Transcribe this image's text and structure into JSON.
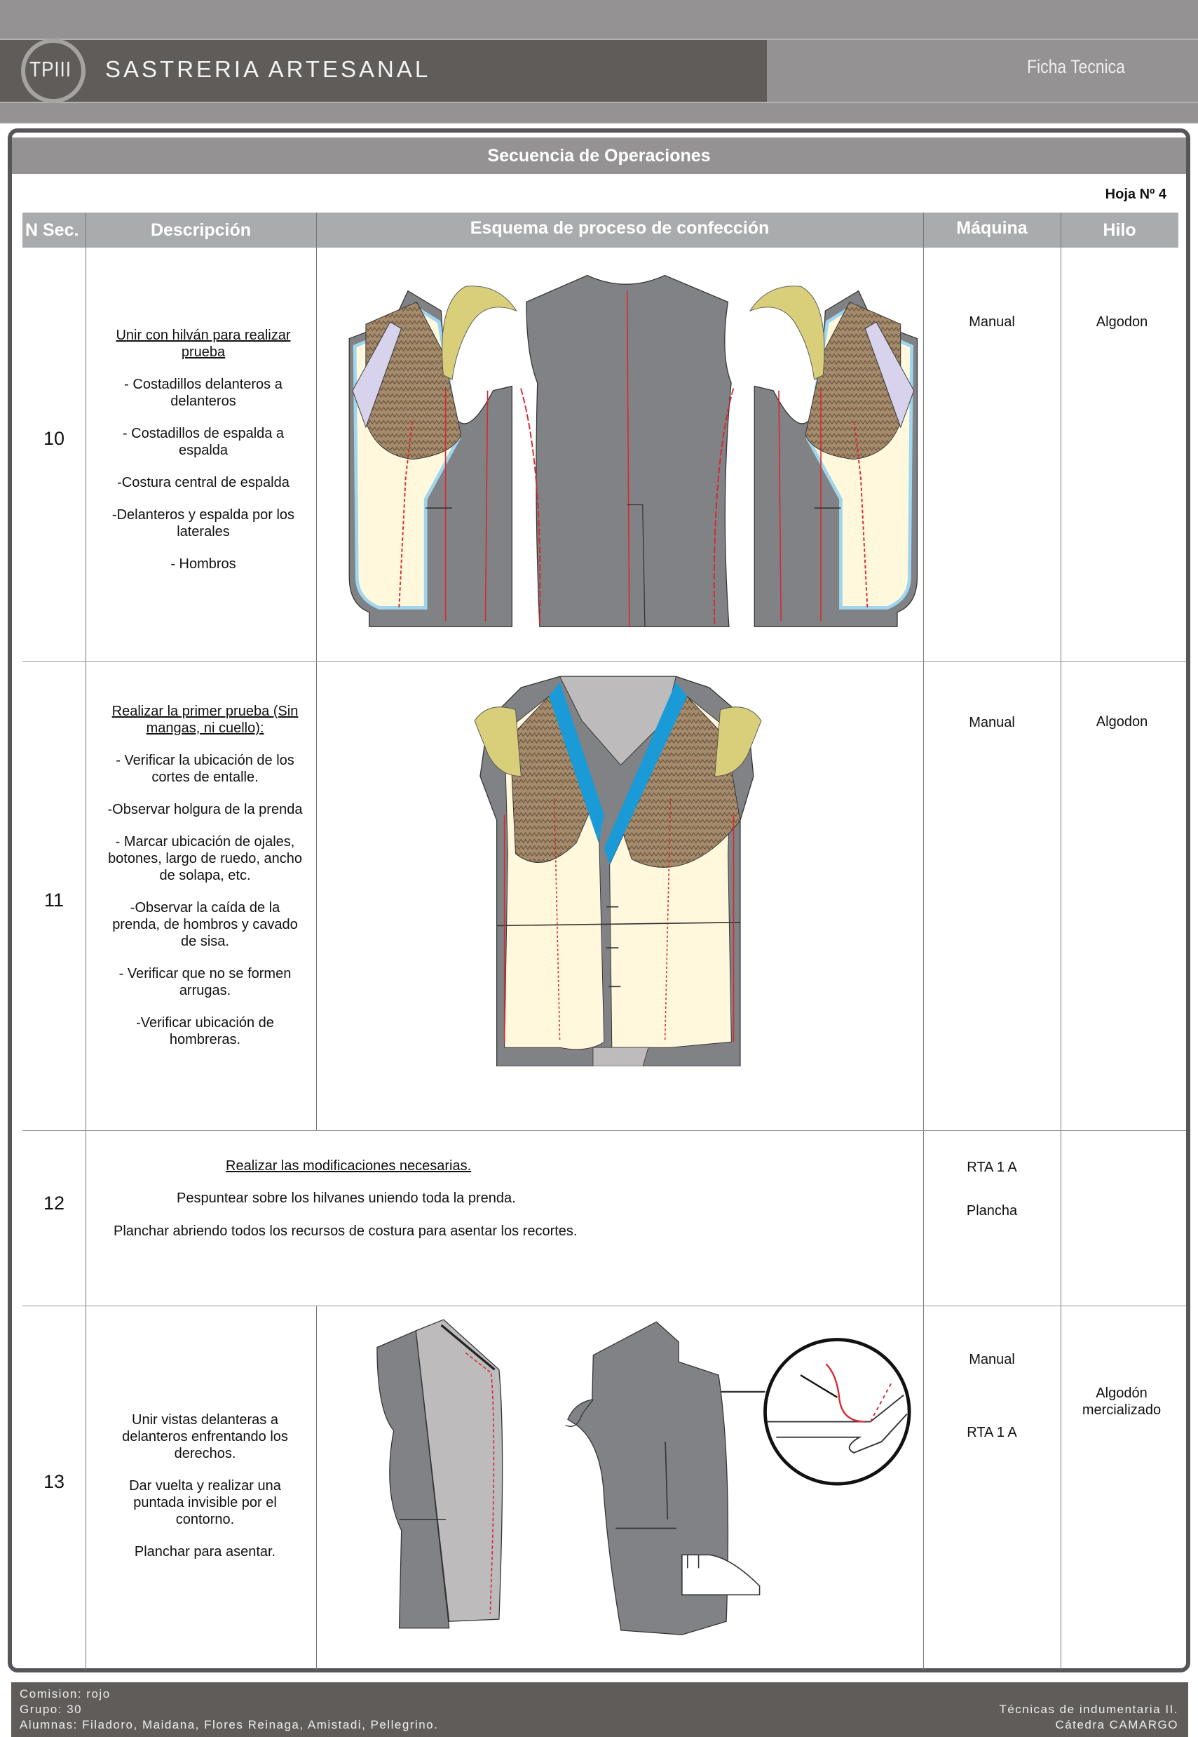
{
  "header": {
    "logo": "TPIII",
    "title": "SASTRERIA ARTESANAL",
    "doc_type": "Ficha Tecnica"
  },
  "sheet": {
    "title": "Secuencia de Operaciones",
    "page": "Hoja  Nº 4"
  },
  "table": {
    "columns": [
      "N  Sec.",
      "Descripción",
      "Esquema de proceso de confección",
      "Máquina",
      "Hilo"
    ],
    "rows": [
      {
        "seq": "10",
        "description": [
          "Unir con hilván para realizar prueba",
          "- Costadillos delanteros a delanteros",
          "- Costadillos de espalda a espalda",
          "-Costura central de espalda",
          "-Delanteros y espalda por los laterales",
          "- Hombros"
        ],
        "machine": [
          "Manual"
        ],
        "thread": "Algodon"
      },
      {
        "seq": "11",
        "description": [
          "Realizar la primer prueba (Sin mangas, ni cuello):",
          "- Verificar la ubicación de los cortes de entalle.",
          "-Observar holgura de la prenda",
          "- Marcar ubicación de ojales, botones, largo de ruedo, ancho de solapa, etc.",
          "-Observar la caída de la prenda, de hombros y cavado de sisa.",
          "- Verificar que no se formen arrugas.",
          "-Verificar ubicación de hombreras."
        ],
        "machine": [
          "Manual"
        ],
        "thread": "Algodon"
      },
      {
        "seq": "12",
        "description": [
          "Realizar las modificaciones necesarias.",
          "Pespuntear sobre los hilvanes uniendo toda la prenda.",
          "Planchar abriendo todos los recursos de costura para asentar los recortes."
        ],
        "machine": [
          "RTA 1 A",
          "Plancha"
        ],
        "thread": ""
      },
      {
        "seq": "13",
        "description": [
          "Unir vistas delanteras a delanteros enfrentando los derechos.",
          "Dar vuelta y realizar una puntada invisible por  el contorno.",
          "Planchar para asentar."
        ],
        "machine": [
          "Manual",
          "RTA 1 A"
        ],
        "thread": "Algodón mercializado"
      }
    ]
  },
  "footer": {
    "comision": "Comision: rojo",
    "grupo": "Grupo: 30",
    "alumnas": "Alumnas: Filadoro, Maidana, Flores Reinaga, Amistadi, Pellegrino.",
    "materia": "Técnicas de indumentaria II.",
    "catedra": "Cátedra CAMARGO"
  },
  "colors": {
    "header_dark": "#605c59",
    "header_gray": "#959293",
    "table_header": "#aaabad",
    "fabric_gray": "#808285",
    "lining_cream": "#fff8dc",
    "canvas_brown": "#a58b6c",
    "shoulder_pad": "#d9cf7a",
    "tape_blue": "#9fd6ee",
    "stitch_red": "#d7282f"
  }
}
